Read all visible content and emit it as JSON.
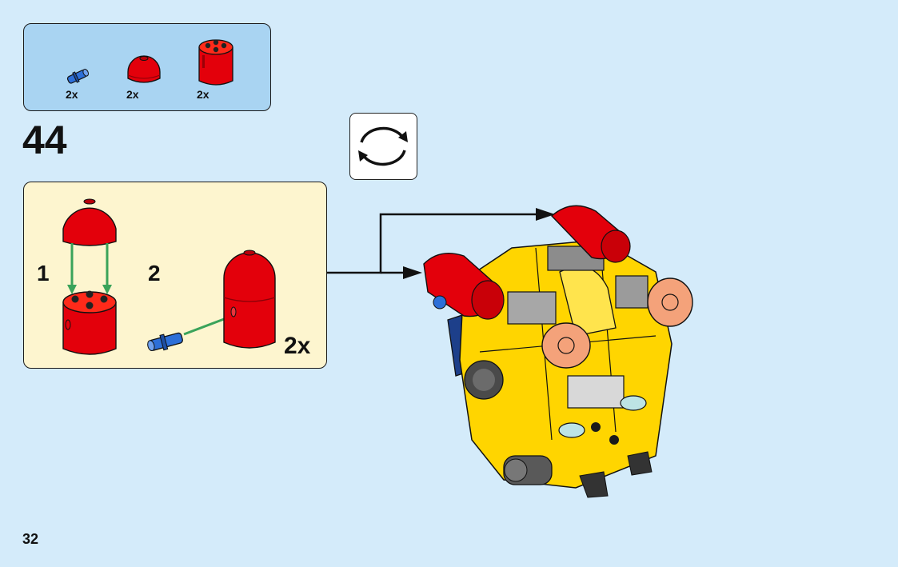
{
  "parts_list": [
    {
      "name": "blue-pin",
      "count": "2x"
    },
    {
      "name": "red-dome",
      "count": "2x"
    },
    {
      "name": "red-round-brick",
      "count": "2x"
    }
  ],
  "step": {
    "number": "44"
  },
  "rotate_icon": "rotate-arrows-icon",
  "sub_assembly": {
    "substeps": [
      {
        "label": "1"
      },
      {
        "label": "2"
      }
    ],
    "multiplier": "2x"
  },
  "colors": {
    "page_bg": "#d4ebfa",
    "parts_bg": "#a9d4f2",
    "subassembly_bg": "#fdf5cf",
    "brick_red": "#e3000b",
    "brick_yellow": "#ffd500",
    "arrow_green": "#3aa35a",
    "pin_blue": "#2d6fd8"
  },
  "page_number": "32"
}
